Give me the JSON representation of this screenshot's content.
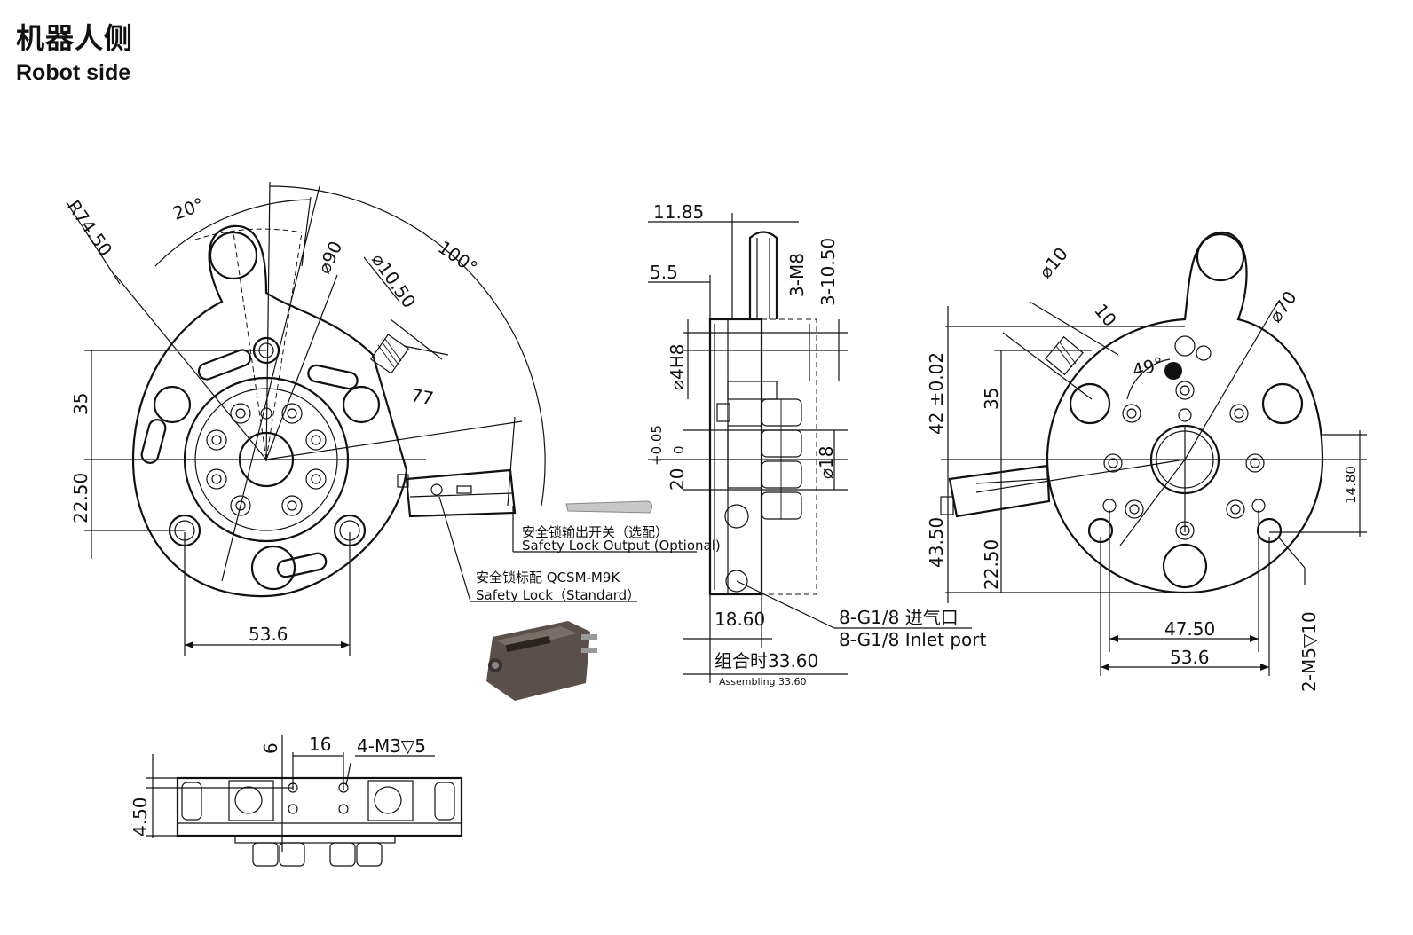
{
  "header": {
    "title_zh": "机器人侧",
    "title_en": "Robot side"
  },
  "front_view": {
    "dims": {
      "r7450": "R74.50",
      "a20": "20°",
      "d90": "⌀90",
      "d1050": "⌀10.50",
      "a100": "100°",
      "d77": "77",
      "d35": "35",
      "d2250": "22.50",
      "d536": "53.6"
    }
  },
  "side_view": {
    "dims": {
      "d1185": "11.85",
      "d55": "5.5",
      "m8": "3-M8",
      "d1050b": "3-10.50",
      "h8": "⌀4H8",
      "tol": "+0.05",
      "tol0": "0",
      "d20": "20",
      "d18": "⌀18",
      "d1860": "18.60",
      "assemble_zh": "组合时33.60",
      "assemble_en": "Assembling 33.60"
    }
  },
  "back_view": {
    "dims": {
      "d10": "⌀10",
      "ten": "10",
      "a49": "49°",
      "d70": "⌀70",
      "d42": "42 ±0.02",
      "d35": "35",
      "d4350": "43.50",
      "d2250": "22.50",
      "d1480": "14.80",
      "d4750": "47.50",
      "d536": "53.6",
      "m5": "2-M5▽10"
    }
  },
  "bottom_view": {
    "dims": {
      "d6": "6",
      "d16": "16",
      "m3": "4-M3▽5",
      "d450": "4.50"
    }
  },
  "callouts": {
    "lock_output_zh": "安全锁输出开关（选配）",
    "lock_output_en": "Safety Lock Output (Optional)",
    "lock_std_zh": "安全锁标配 QCSM-M9K",
    "lock_std_en": "Safety Lock（Standard）",
    "inlet_zh": "8-G1/8 进气口",
    "inlet_en": "8-G1/8 Inlet port"
  }
}
